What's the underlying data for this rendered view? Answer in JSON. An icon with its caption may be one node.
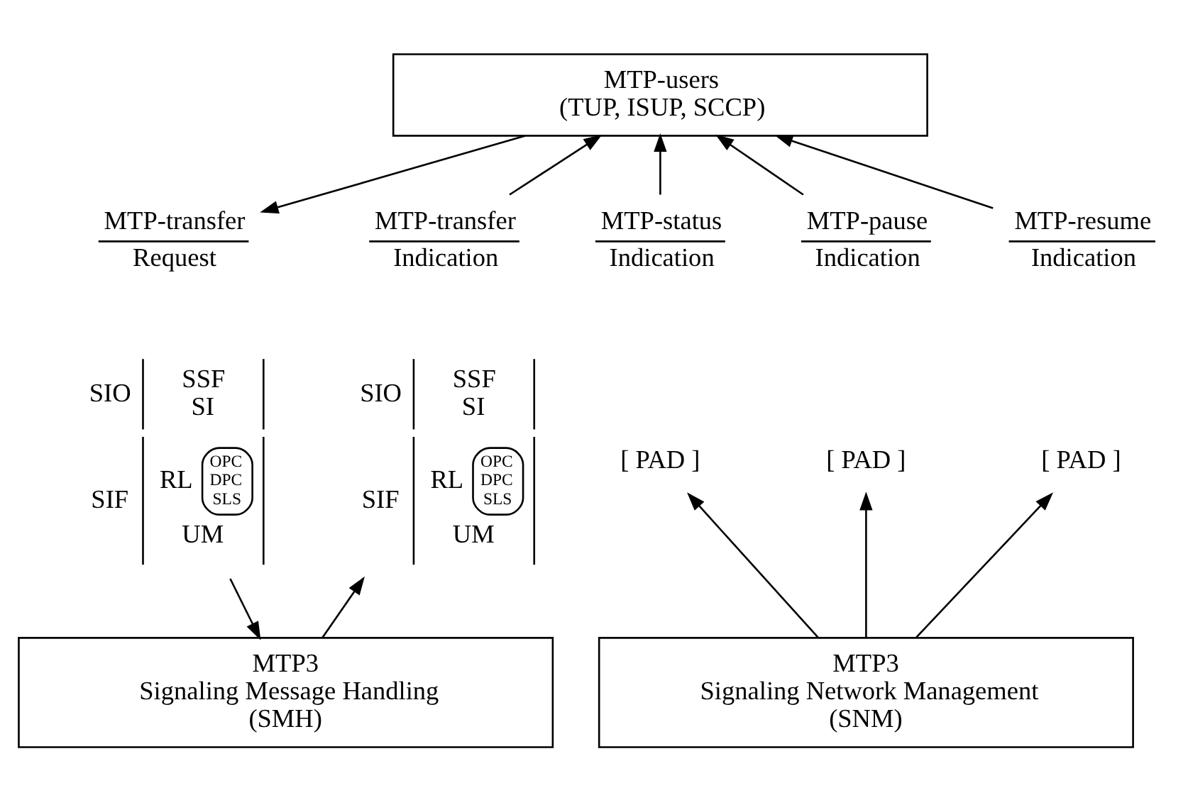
{
  "diagram": {
    "nodes": [
      {
        "text": [
          "MTP-users",
          "(TUP, ISUP, SCCP)"
        ]
      },
      {
        "text": [
          "MTP-transfer",
          "Request"
        ]
      },
      {
        "text": [
          "MTP-transfer",
          "Indication"
        ]
      },
      {
        "text": [
          "MTP-status",
          "Indication"
        ]
      },
      {
        "text": [
          "MTP-pause",
          "Indication"
        ]
      },
      {
        "text": [
          "MTP-resume",
          "Indication"
        ]
      },
      {
        "text": [
          "SIO",
          "SSF",
          "SI",
          "SIF",
          "RL",
          "OPC",
          "DPC",
          "SLS",
          "UM"
        ]
      },
      {
        "text": [
          "SIO",
          "SSF",
          "SI",
          "SIF",
          "RL",
          "OPC",
          "DPC",
          "SLS",
          "UM"
        ]
      },
      {
        "text": [
          "[ PAD ]"
        ]
      },
      {
        "text": [
          "[ PAD ]"
        ]
      },
      {
        "text": [
          "[ PAD ]"
        ]
      },
      {
        "text": [
          "MTP3",
          "Signaling Message Handling",
          "(SMH)"
        ]
      },
      {
        "text": [
          "MTP3",
          "Signaling Network Management",
          "(SNM)"
        ]
      }
    ],
    "edges": [
      {
        "from": 0,
        "to": 1,
        "arrow": "to"
      },
      {
        "from": 6,
        "to": 11,
        "arrow": "to"
      },
      {
        "from": 2,
        "to": 0,
        "arrow": "to"
      },
      {
        "from": 11,
        "to": 7,
        "arrow": "to"
      },
      {
        "from": 3,
        "to": 0,
        "arrow": "to"
      },
      {
        "from": 4,
        "to": 0,
        "arrow": "to"
      },
      {
        "from": 5,
        "to": 0,
        "arrow": "to"
      },
      {
        "from": 12,
        "to": 8,
        "arrow": "to"
      },
      {
        "from": 12,
        "to": 9,
        "arrow": "to"
      },
      {
        "from": 12,
        "to": 10,
        "arrow": "to"
      }
    ]
  }
}
